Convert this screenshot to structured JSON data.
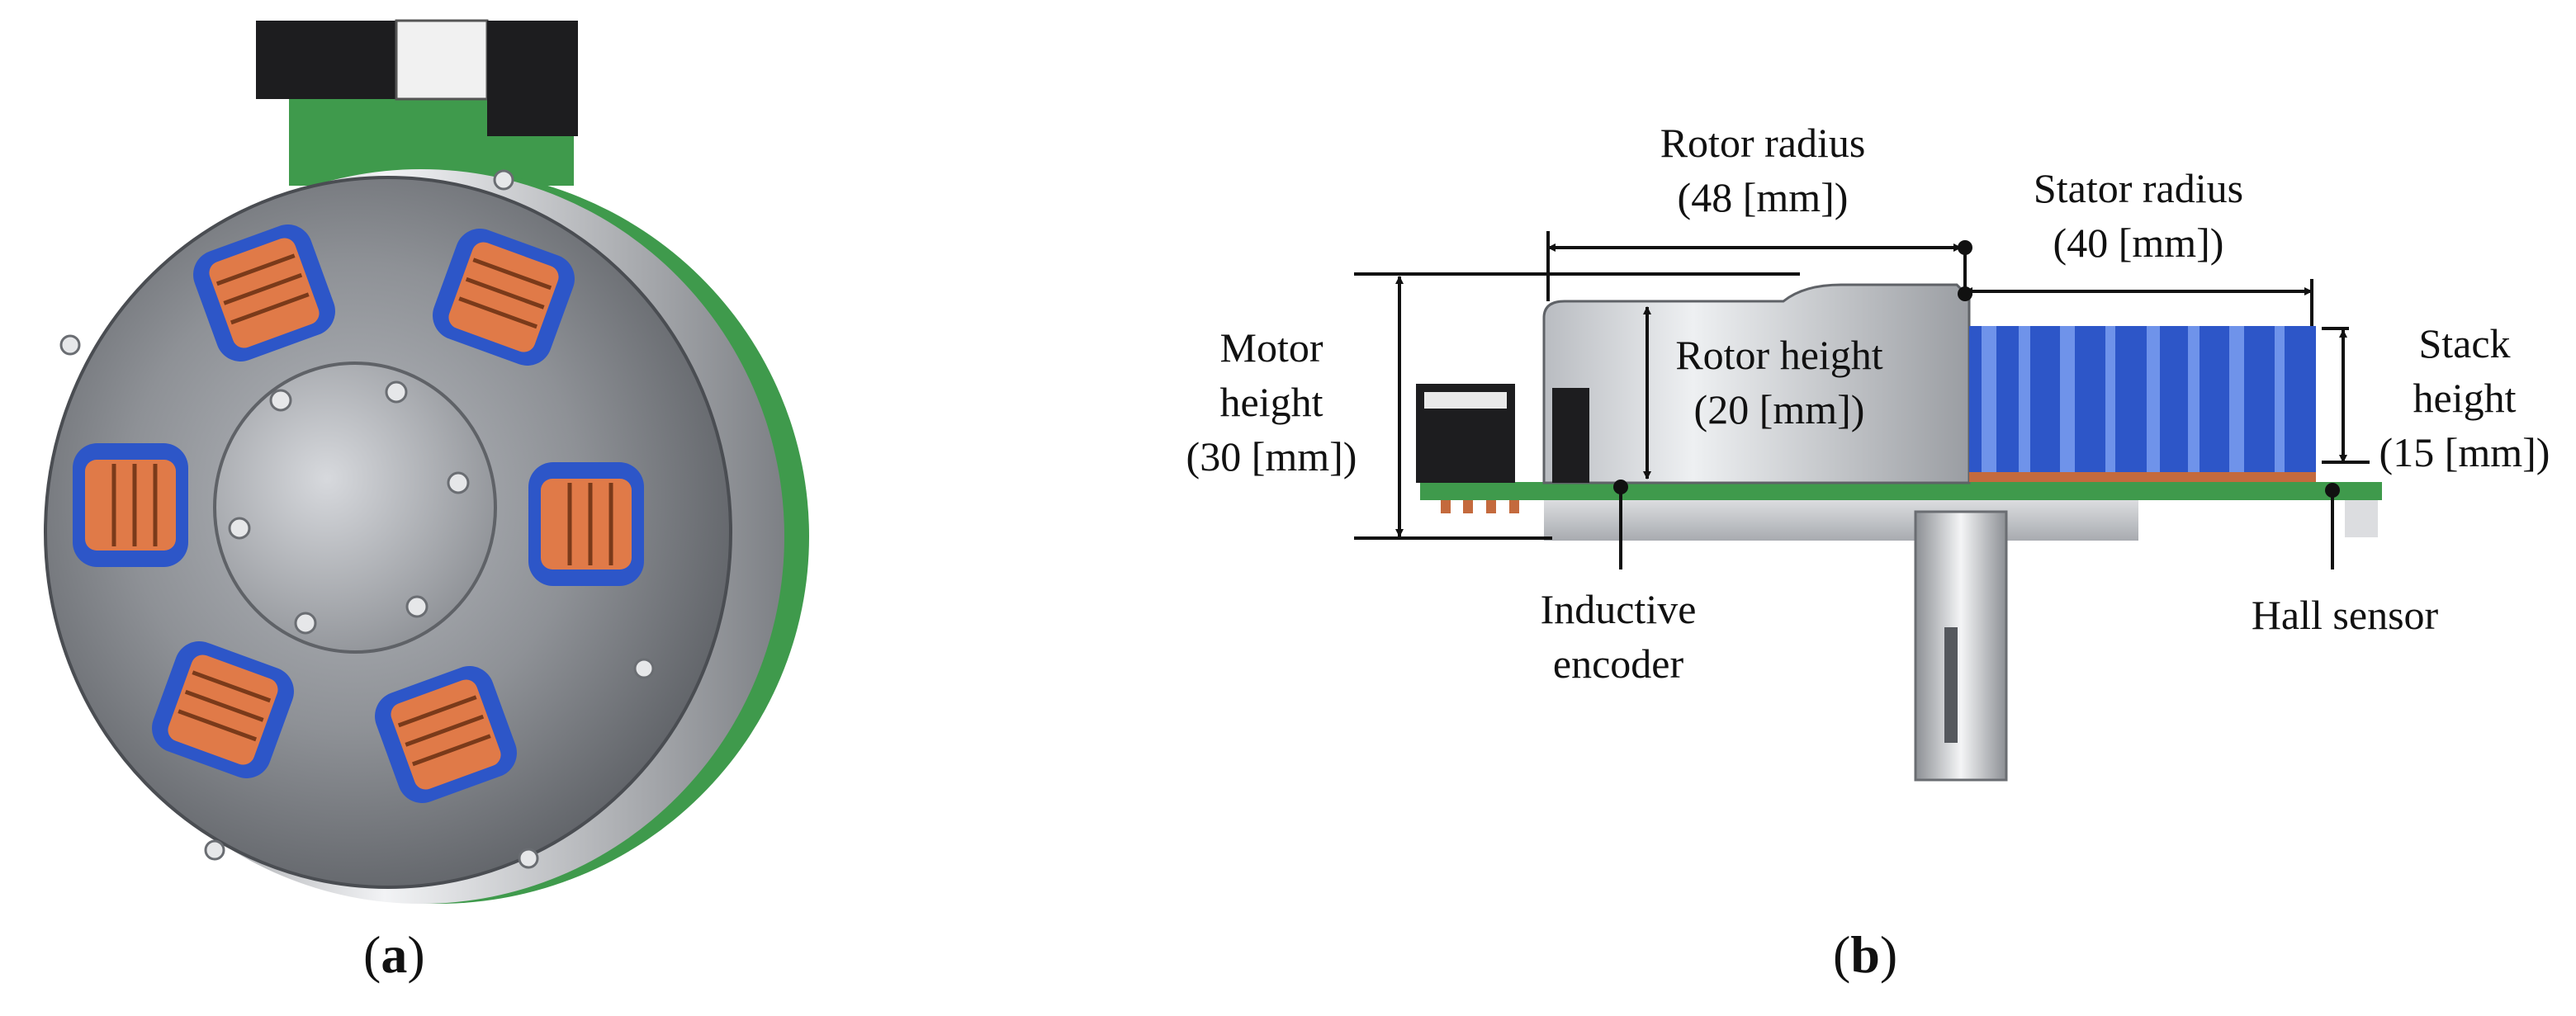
{
  "panels": {
    "a": {
      "caption_open": "(",
      "caption_letter": "a",
      "caption_close": ")"
    },
    "b": {
      "caption_open": "(",
      "caption_letter": "b",
      "caption_close": ")"
    }
  },
  "labels": {
    "rotor_radius_line1": "Rotor radius",
    "rotor_radius_line2": "(48 [mm])",
    "stator_radius_line1": "Stator radius",
    "stator_radius_line2": "(40 [mm])",
    "motor_height_line1": "Motor",
    "motor_height_line2": "height",
    "motor_height_line3": "(30 [mm])",
    "rotor_height_line1": "Rotor height",
    "rotor_height_line2": "(20 [mm])",
    "stack_height_line1": "Stack",
    "stack_height_line2": "height",
    "stack_height_line3": "(15 [mm])",
    "inductive_encoder_line1": "Inductive",
    "inductive_encoder_line2": "encoder",
    "hall_sensor": "Hall sensor"
  },
  "colors": {
    "coil_copper": "#e07a48",
    "stator_blue": "#2d56c8",
    "pcb_green": "#3f9a4c",
    "steel": "#c9ccd1"
  }
}
